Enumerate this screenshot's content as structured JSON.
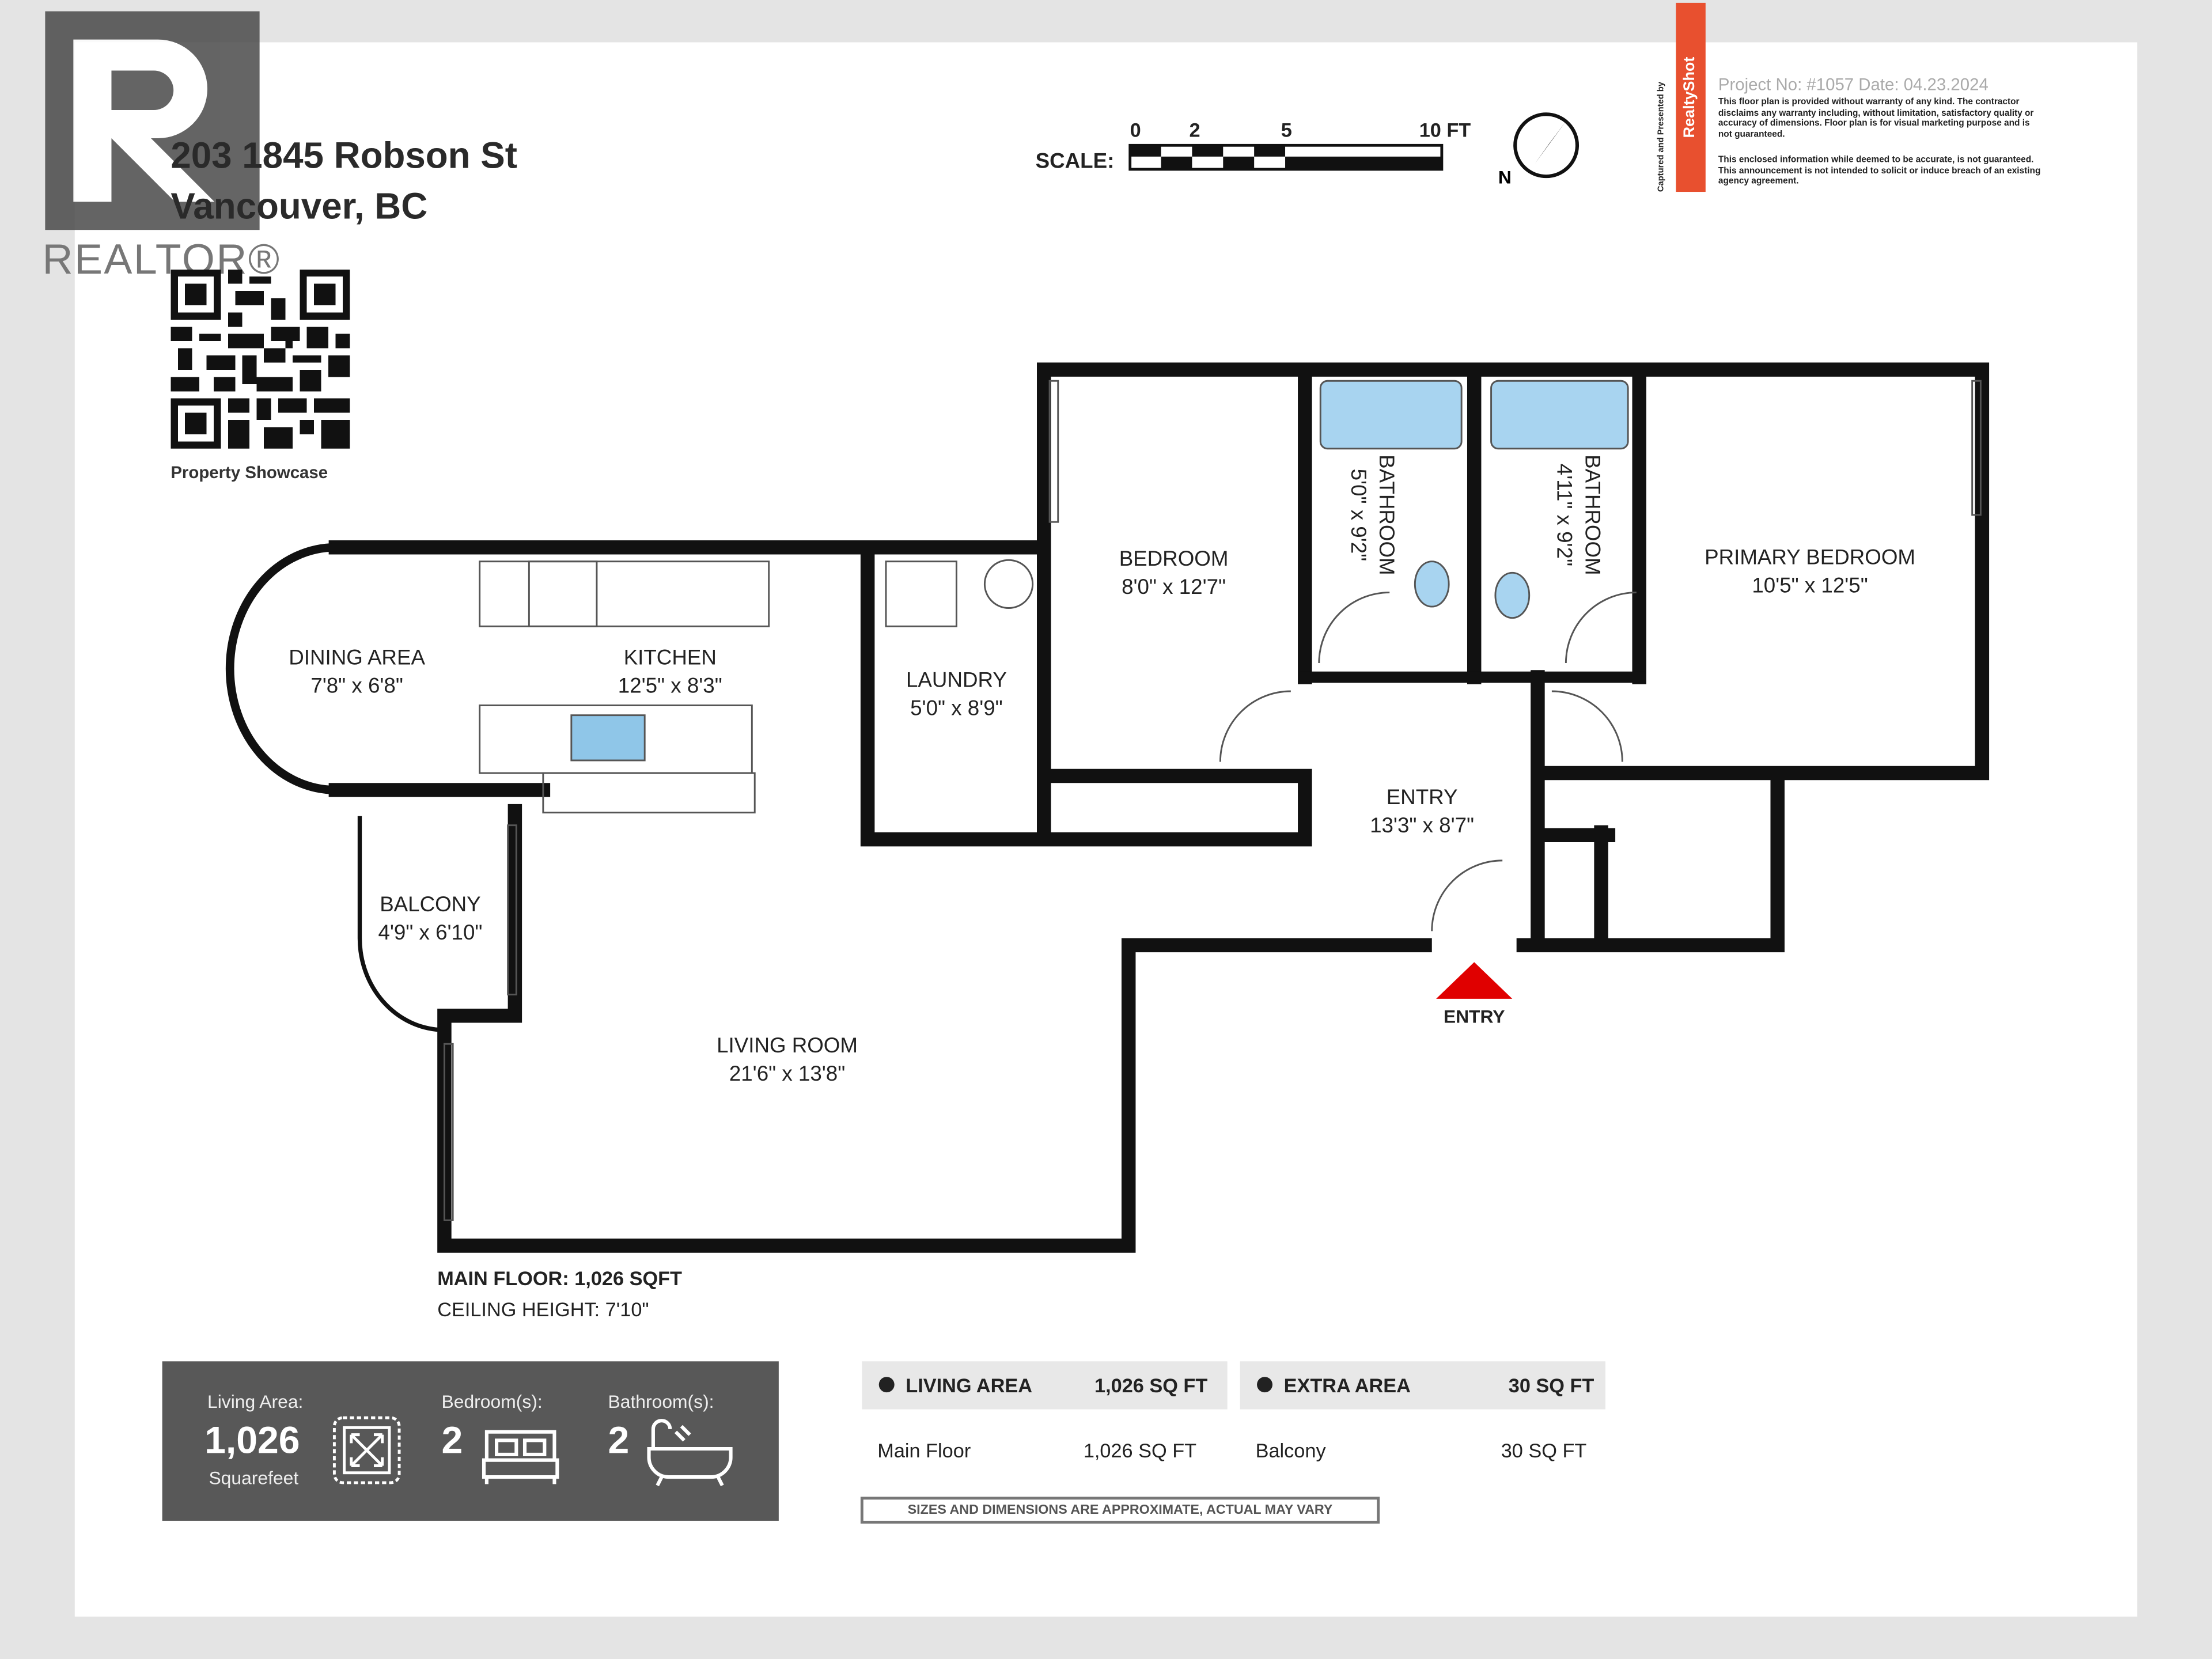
{
  "address": {
    "line1": "203 1845 Robson St",
    "line2": "Vancouver, BC"
  },
  "realtor_logo": "REALTOR®",
  "qr_caption": "Property Showcase",
  "scale": {
    "label": "SCALE:",
    "ticks": [
      "0",
      "2",
      "5",
      "10 FT"
    ]
  },
  "north_label": "N",
  "brand": {
    "name": "RealtyShot",
    "captured_by": "Captured and Presented by"
  },
  "project": "Project No: #1057   Date: 04.23.2024",
  "disclaimer1": "This floor plan is provided without warranty of any kind. The contractor disclaims any warranty including, without limitation, satisfactory quality or accuracy of dimensions. Floor plan is for visual marketing purpose and is not guaranteed.",
  "disclaimer2": "This enclosed information while deemed to be accurate, is not guaranteed. This announcement is not intended to solicit or induce breach of an existing agency agreement.",
  "rooms": {
    "dining": {
      "name": "DINING AREA",
      "dims": "7'8\" x 6'8\""
    },
    "kitchen": {
      "name": "KITCHEN",
      "dims": "12'5\" x 8'3\""
    },
    "laundry": {
      "name": "LAUNDRY",
      "dims": "5'0\" x 8'9\""
    },
    "bedroom": {
      "name": "BEDROOM",
      "dims": "8'0\" x 12'7\""
    },
    "bath1": {
      "name": "BATHROOM",
      "dims": "5'0\" x 9'2\""
    },
    "bath2": {
      "name": "BATHROOM",
      "dims": "4'11\" x 9'2\""
    },
    "primary": {
      "name": "PRIMARY BEDROOM",
      "dims": "10'5\" x 12'5\""
    },
    "entry": {
      "name": "ENTRY",
      "dims": "13'3\" x 8'7\""
    },
    "balcony": {
      "name": "BALCONY",
      "dims": "4'9\" x 6'10\""
    },
    "living": {
      "name": "LIVING ROOM",
      "dims": "21'6\" x 13'8\""
    }
  },
  "entry_marker": "ENTRY",
  "floor_info": {
    "main": "MAIN FLOOR: 1,026 SQFT",
    "ceiling": "CEILING HEIGHT: 7'10\""
  },
  "stats": {
    "living_label": "Living Area:",
    "living_value": "1,026",
    "living_unit": "Squarefeet",
    "bed_label": "Bedroom(s):",
    "bed_value": "2",
    "bath_label": "Bathroom(s):",
    "bath_value": "2"
  },
  "area_table": {
    "living": {
      "header": "LIVING AREA",
      "header_value": "1,026 SQ FT",
      "row_label": "Main Floor",
      "row_value": "1,026 SQ FT"
    },
    "extra": {
      "header": "EXTRA AREA",
      "header_value": "30 SQ FT",
      "row_label": "Balcony",
      "row_value": "30 SQ FT"
    }
  },
  "note": "SIZES AND DIMENSIONS ARE APPROXIMATE, ACTUAL MAY VARY",
  "colors": {
    "brand": "#e8502f",
    "entry_arrow": "#e00000",
    "stats_bg": "#585858"
  }
}
